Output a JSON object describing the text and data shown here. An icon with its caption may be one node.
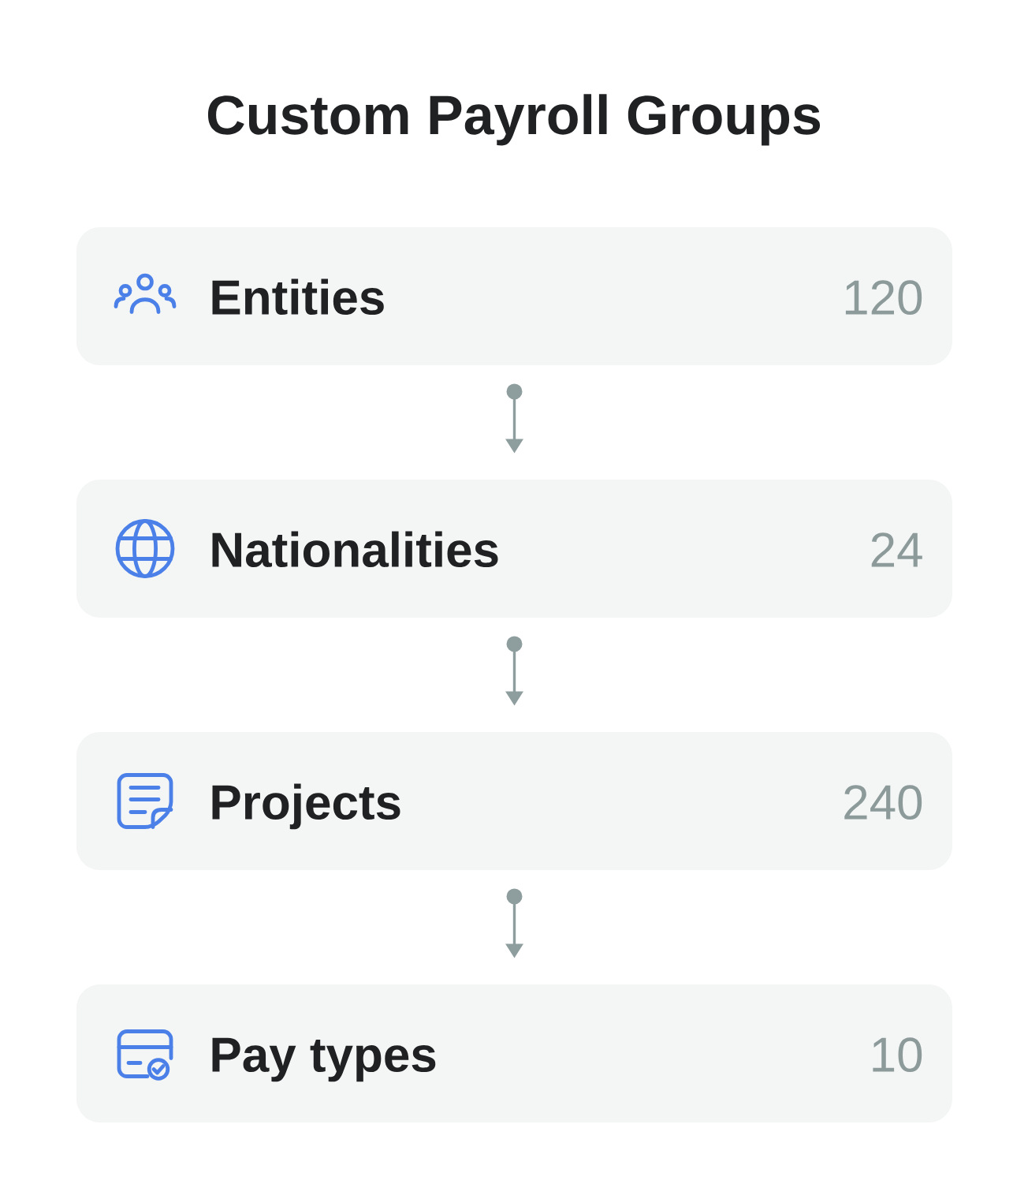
{
  "diagram": {
    "title": "Custom Payroll Groups",
    "nodes": [
      {
        "text": [
          "Entities",
          "120"
        ]
      },
      {
        "text": [
          "Nationalities",
          "24"
        ]
      },
      {
        "text": [
          "Projects",
          "240"
        ]
      },
      {
        "text": [
          "Pay types",
          "10"
        ]
      }
    ],
    "edges": [
      {
        "from": 0,
        "to": 1,
        "arrow": "to"
      },
      {
        "from": 1,
        "to": 2,
        "arrow": "to"
      },
      {
        "from": 2,
        "to": 3,
        "arrow": "to"
      }
    ]
  }
}
